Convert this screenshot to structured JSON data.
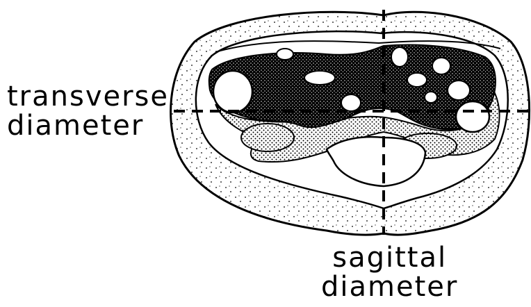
{
  "labels": {
    "transverse": {
      "line1": "transverse",
      "line2": "diameter"
    },
    "sagittal": {
      "line1": "sagittal",
      "line2": "diameter"
    }
  },
  "colors": {
    "ink": "#000000",
    "paper": "#ffffff"
  }
}
